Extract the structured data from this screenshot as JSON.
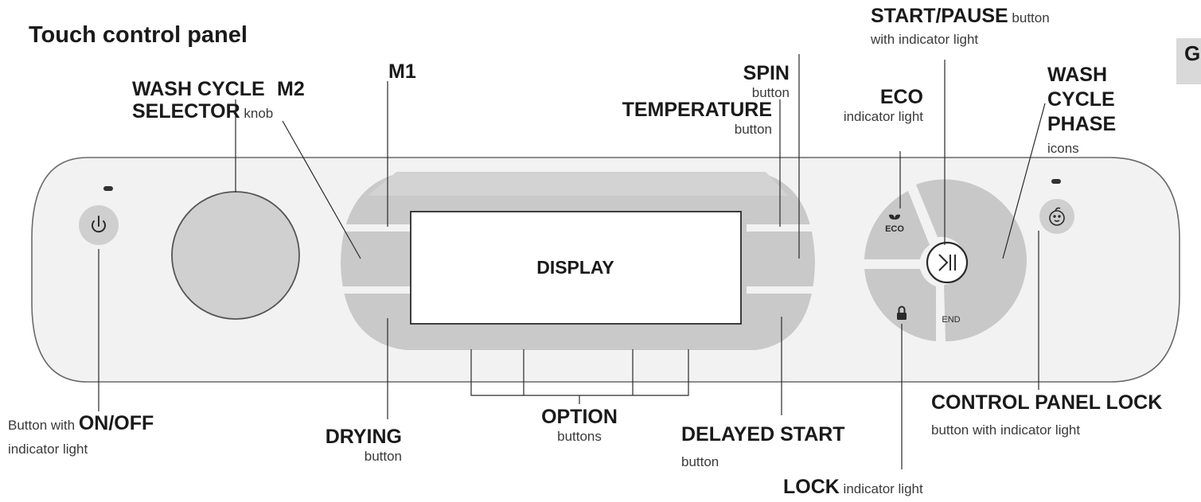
{
  "title": "Touch control panel",
  "tab_letter": "G",
  "display_text": "DISPLAY",
  "eco_icon_text": "ECO",
  "end_text": "END",
  "labels": {
    "selector_bold1": "WASH CYCLE",
    "selector_bold2": "SELECTOR",
    "selector_rest": " knob",
    "m2": "M2",
    "m1": "M1",
    "spin_bold": "SPIN",
    "spin_rest": "button",
    "temp_bold": "TEMPERATURE",
    "temp_rest": "button",
    "eco_bold": "ECO",
    "eco_rest": "indicator light",
    "start_bold": "START/PAUSE",
    "start_rest": " button",
    "start_rest2": "with indicator light",
    "phase_bold1": "WASH",
    "phase_bold2": "CYCLE",
    "phase_bold3": "PHASE",
    "phase_rest": "icons",
    "onoff_pre": "Button with ",
    "onoff_bold": "ON/OFF",
    "onoff_rest": "indicator light",
    "drying_bold": "DRYING",
    "drying_rest": "button",
    "option_bold": "OPTION",
    "option_rest": "buttons",
    "delayed_bold": "DELAYED START",
    "delayed_rest": "button",
    "lock_bold": "LOCK",
    "lock_rest": " indicator light",
    "cpl_bold": "CONTROL PANEL LOCK",
    "cpl_rest": "button with indicator light"
  }
}
